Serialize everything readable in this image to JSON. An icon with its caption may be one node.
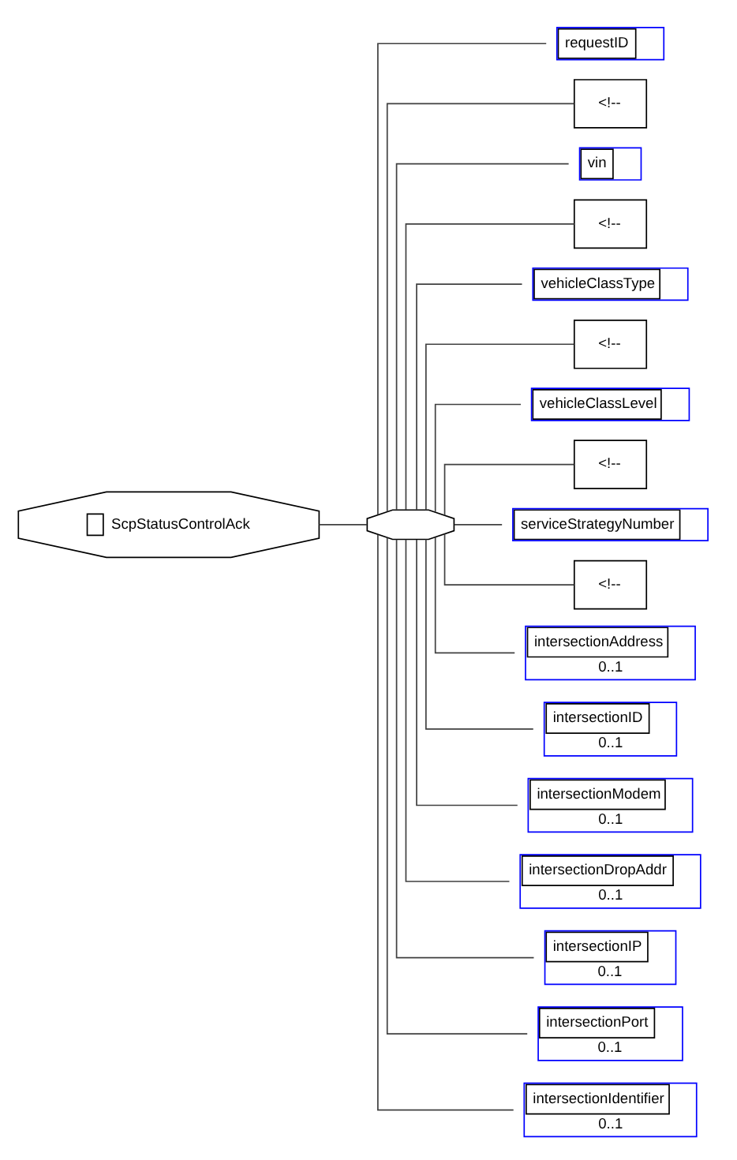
{
  "diagram": {
    "nodes": [
      {
        "text": [
          "ScpStatusControlAck"
        ]
      },
      {
        "text": [],
        "shape": "octagon"
      },
      {
        "text": [
          "requestID"
        ]
      },
      {
        "text": [
          "<!--"
        ]
      },
      {
        "text": [
          "vin"
        ]
      },
      {
        "text": [
          "<!--"
        ]
      },
      {
        "text": [
          "vehicleClassType"
        ]
      },
      {
        "text": [
          "<!--"
        ]
      },
      {
        "text": [
          "vehicleClassLevel"
        ]
      },
      {
        "text": [
          "<!--"
        ]
      },
      {
        "text": [
          "serviceStrategyNumber"
        ]
      },
      {
        "text": [
          "<!--"
        ]
      },
      {
        "text": [
          "intersectionAddress",
          "0..1"
        ]
      },
      {
        "text": [
          "intersectionID",
          "0..1"
        ]
      },
      {
        "text": [
          "intersectionModem",
          "0..1"
        ]
      },
      {
        "text": [
          "intersectionDropAddr",
          "0..1"
        ]
      },
      {
        "text": [
          "intersectionIP",
          "0..1"
        ]
      },
      {
        "text": [
          "intersectionPort",
          "0..1"
        ]
      },
      {
        "text": [
          "intersectionIdentifier",
          "0..1"
        ]
      }
    ],
    "edges": [
      {
        "from": 0,
        "to": 1,
        "arrow": "none"
      },
      {
        "from": 1,
        "to": 2,
        "arrow": "none"
      },
      {
        "from": 1,
        "to": 3,
        "arrow": "none"
      },
      {
        "from": 1,
        "to": 4,
        "arrow": "none"
      },
      {
        "from": 1,
        "to": 5,
        "arrow": "none"
      },
      {
        "from": 1,
        "to": 6,
        "arrow": "none"
      },
      {
        "from": 1,
        "to": 7,
        "arrow": "none"
      },
      {
        "from": 1,
        "to": 8,
        "arrow": "none"
      },
      {
        "from": 1,
        "to": 9,
        "arrow": "none"
      },
      {
        "from": 1,
        "to": 10,
        "arrow": "none"
      },
      {
        "from": 1,
        "to": 11,
        "arrow": "none"
      },
      {
        "from": 1,
        "to": 12,
        "arrow": "none"
      },
      {
        "from": 1,
        "to": 13,
        "arrow": "none"
      },
      {
        "from": 1,
        "to": 14,
        "arrow": "none"
      },
      {
        "from": 1,
        "to": 15,
        "arrow": "none"
      },
      {
        "from": 1,
        "to": 16,
        "arrow": "none"
      },
      {
        "from": 1,
        "to": 17,
        "arrow": "none"
      },
      {
        "from": 1,
        "to": 18,
        "arrow": "none"
      }
    ]
  }
}
